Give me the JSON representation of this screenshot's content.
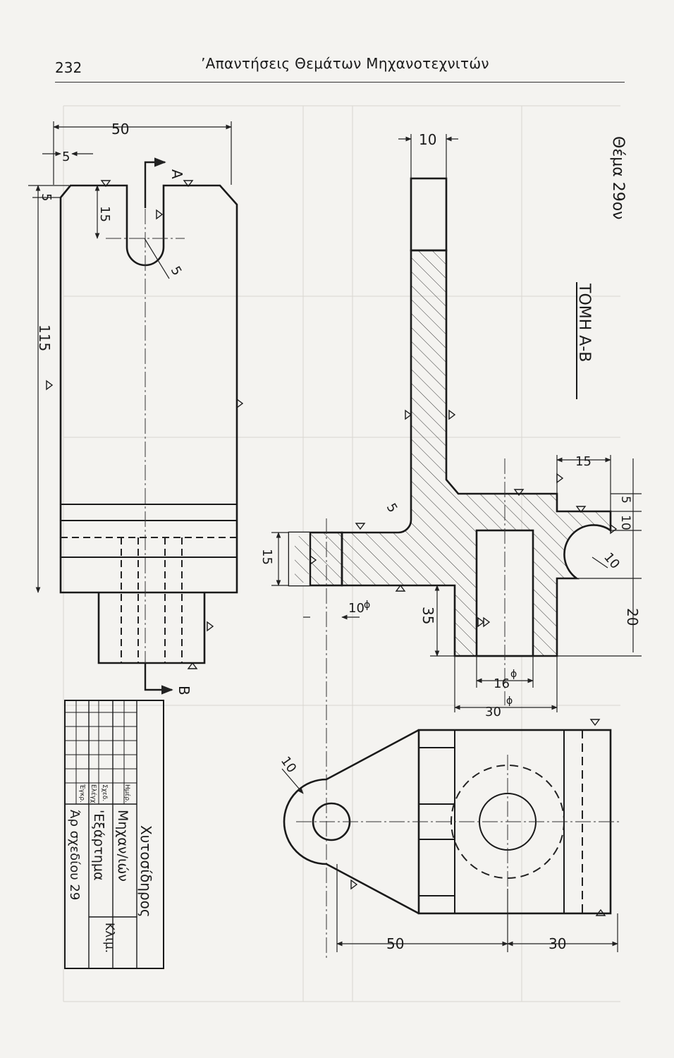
{
  "header": {
    "page_number": "232",
    "title": "’Απαντήσεις Θεμάτων Μηχανοτεχνιτών"
  },
  "side": {
    "theme": "Θέμα 29ον",
    "section": "ΤΟΜΗ Α-Β"
  },
  "section_marks": {
    "a": "A",
    "b": "B"
  },
  "dims": {
    "front_50": "50",
    "front_5_top": "5",
    "front_5_side": "5",
    "front_15": "15",
    "front_r5": "5",
    "front_115": "115",
    "sec_10_top": "10",
    "sec_15_right": "15",
    "sec_5_right": "5",
    "sec_10_right": "10",
    "sec_r10": "10",
    "sec_20": "20",
    "sec_r5": "5",
    "sec_15_left": "15",
    "sec_d10": "10",
    "sec_35": "35",
    "sec_d16": "16",
    "sec_d30": "30",
    "plan_r10": "10",
    "plan_50": "50",
    "plan_30": "30"
  },
  "dia_symbol": "ϕ",
  "title_block": {
    "material": "Χυτοσίδηρος",
    "dept": "Μηχαν/ιών",
    "part_name": "'Εξάρτημα",
    "drawing_no": "Άρ σχεδίου 29",
    "scale_label": "Κλιμ.",
    "col_date": "Ημέρ.",
    "row_drawn": "Σχεδ.",
    "row_checked": "Ελέγχ.",
    "row_approved": "Έγκρ."
  }
}
